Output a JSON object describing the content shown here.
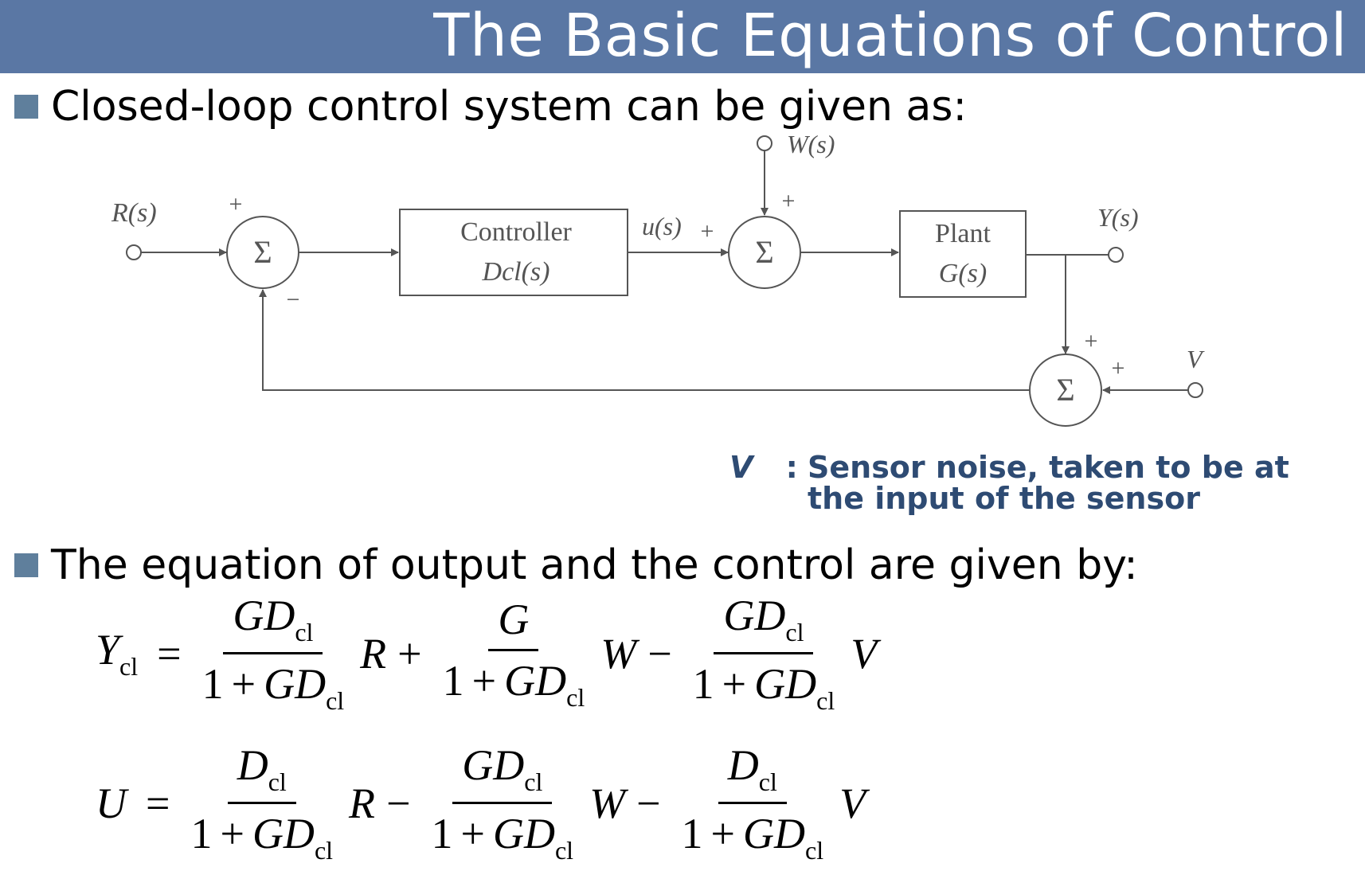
{
  "header": {
    "title": "The Basic Equations of Control"
  },
  "bullets": [
    "Closed-loop control system can be given as:",
    "The equation of output and the control are given by:"
  ],
  "diagram": {
    "input_label": "R(s)",
    "disturbance_label": "W(s)",
    "control_label": "u(s)",
    "output_label": "Y(s)",
    "noise_label": "V",
    "plus": "+",
    "minus": "−",
    "sum_symbol": "Σ",
    "controller": {
      "name": "Controller",
      "tf": "Dcl(s)"
    },
    "plant": {
      "name": "Plant",
      "tf": "G(s)"
    }
  },
  "note": {
    "variable": "V",
    "separator": ":",
    "line1": "Sensor noise, taken to be at",
    "line2": "the input of the sensor"
  },
  "equations": {
    "y_lhs": "Y",
    "u_lhs": "U",
    "sub": "cl",
    "G": "G",
    "GD": "GD",
    "D": "D",
    "one": "1",
    "plus": "+",
    "minus": "−",
    "equals": "=",
    "R": "R",
    "W": "W",
    "V": "V"
  },
  "colors": {
    "title_bar": "#5a77a4",
    "bullet": "#5f7f9c",
    "note_text": "#2e4b73"
  }
}
